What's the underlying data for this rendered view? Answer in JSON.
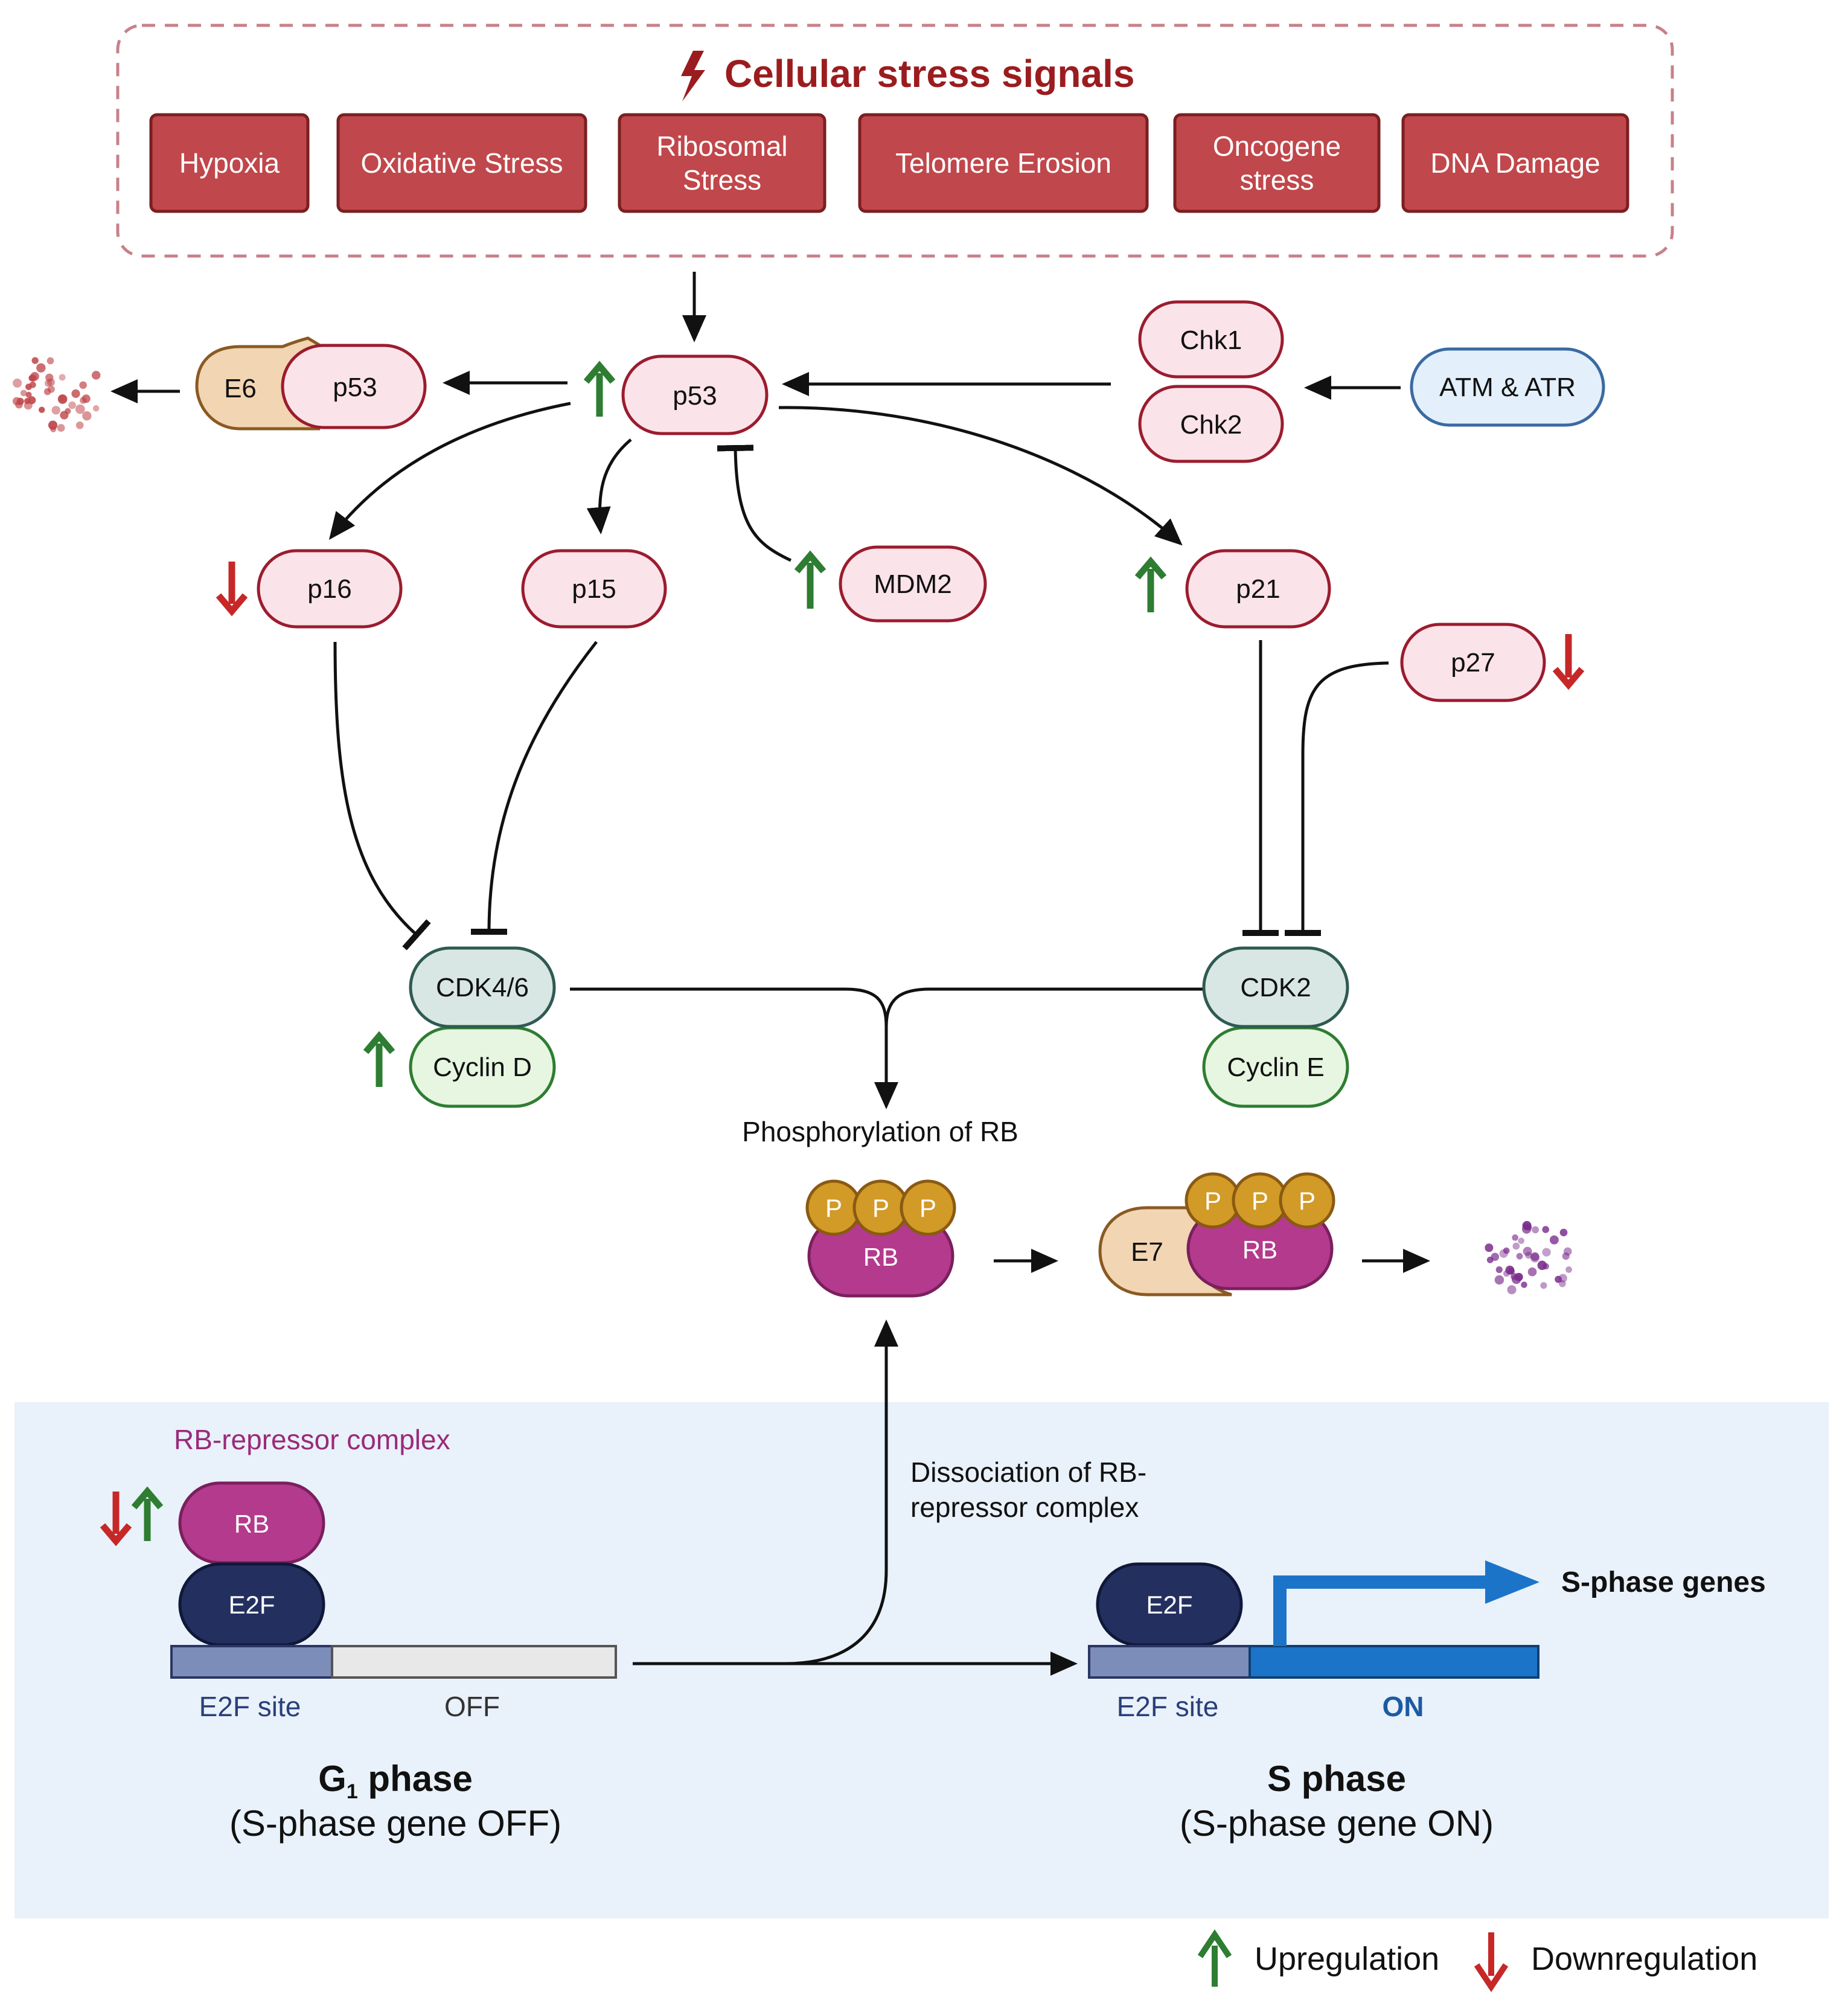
{
  "stress_box": {
    "title": "Cellular stress signals",
    "signals": [
      "Hypoxia",
      "Oxidative Stress",
      "Ribosomal\nStress",
      "Telomere Erosion",
      "Oncogene\nstress",
      "DNA Damage"
    ]
  },
  "nodes": {
    "p53_center": "p53",
    "p53_bound": "p53",
    "e6": "E6",
    "chk1": "Chk1",
    "chk2": "Chk2",
    "atm_atr": "ATM & ATR",
    "p16": "p16",
    "p15": "p15",
    "mdm2": "MDM2",
    "p21": "p21",
    "p27": "p27",
    "cdk46": "CDK4/6",
    "cyclin_d": "Cyclin D",
    "cdk2": "CDK2",
    "cyclin_e": "Cyclin E",
    "e7": "E7",
    "rb": "RB",
    "e2f": "E2F",
    "phospho": "P"
  },
  "labels": {
    "phosphorylation": "Phosphorylation of RB",
    "dissociation": "Dissociation of RB-\nrepressor complex",
    "rb_repressor": "RB-repressor complex",
    "e2f_site": "E2F site",
    "off": "OFF",
    "on": "ON",
    "s_phase_genes": "S-phase genes",
    "g1_phase_main": "G",
    "g1_phase_sub": "1",
    "g1_phase_rest": " phase",
    "g1_caption": "(S-phase gene OFF)",
    "s_phase_title": "S phase",
    "s_phase_caption": "(S-phase gene ON)"
  },
  "legend": {
    "up": "Upregulation",
    "down": "Downregulation"
  },
  "colors": {
    "stress_red": "#c0474b",
    "stress_title": "#9b1c1f",
    "up_green": "#2e7d32",
    "down_red": "#c62828",
    "rb_magenta": "#b33a8c",
    "e2f_navy": "#23305f",
    "p_gold": "#d29a26",
    "on_blue": "#1c74c9",
    "bg_panel": "#e9f1fa"
  }
}
